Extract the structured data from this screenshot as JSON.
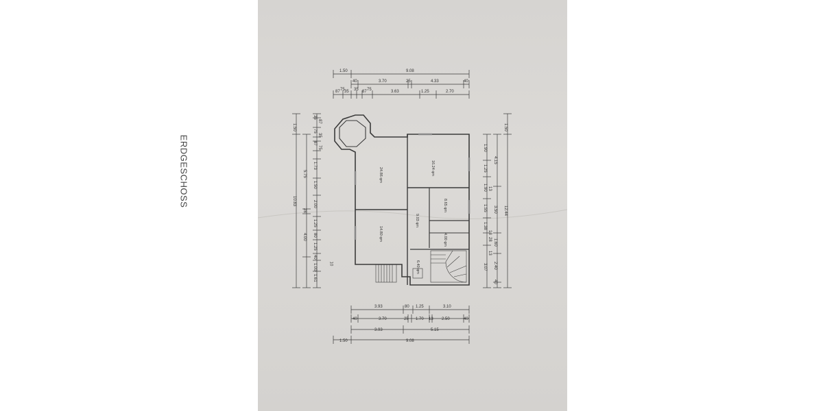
{
  "floor_title": "ERDGESCHOSS",
  "stray_mark": "10",
  "rooms": [
    {
      "id": "r1",
      "label": "24.86 qm"
    },
    {
      "id": "r2",
      "label": "16.24 qm"
    },
    {
      "id": "r3",
      "label": "8.65 qm"
    },
    {
      "id": "r4",
      "label": "9.03 qm"
    },
    {
      "id": "r5",
      "label": "14.80 qm"
    },
    {
      "id": "r6",
      "label": "4.00 qm"
    },
    {
      "id": "r7",
      "label": "6.40 qm"
    }
  ],
  "dimensions": {
    "top_row1": [
      "1.50",
      "9.08"
    ],
    "top_row2": [
      "40",
      "3.70",
      "25",
      "4.33",
      "40"
    ],
    "top_row3": [
      "87",
      "75",
      "35",
      "35",
      "87",
      "75",
      "3.63",
      "1.25",
      "2.70"
    ],
    "bottom_row1": [
      "3.93",
      "80",
      "1.25",
      "3.10"
    ],
    "bottom_row2": [
      "40",
      "3.70",
      "25",
      "1.70",
      "13",
      "2.50",
      "40"
    ],
    "bottom_row3": [
      "3.93",
      "5.15"
    ],
    "bottom_row4": [
      "1.50",
      "9.08"
    ],
    "left_outer": [
      "1.50",
      "10.83"
    ],
    "left_mid": [
      "5.75",
      "28",
      "4.00"
    ],
    "left_inner": [
      "35",
      "87",
      "75",
      "35",
      "87",
      "75",
      "1.73",
      "1.50",
      "2.00",
      "1.25",
      "80",
      "1.25",
      "40",
      "1.00",
      "1.61"
    ],
    "right_outer": [
      "1.50",
      "12.44"
    ],
    "right_mid": [
      "4.15",
      "3.50",
      "1.60",
      "2.40"
    ],
    "right_inner": [
      "1.90",
      "1.25",
      "1.90",
      "1.55",
      "1.38",
      "3.07"
    ],
    "right_small": [
      "13",
      "13",
      "13",
      "28",
      "40"
    ]
  }
}
